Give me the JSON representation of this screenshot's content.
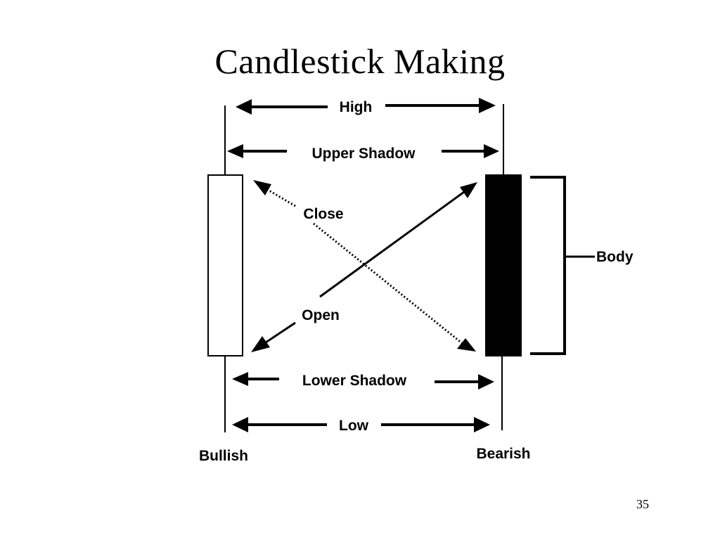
{
  "slide": {
    "title": "Candlestick Making",
    "page_number": "35"
  },
  "diagram": {
    "labels": {
      "high": "High",
      "upper_shadow": "Upper Shadow",
      "close": "Close",
      "body": "Body",
      "open": "Open",
      "lower_shadow": "Lower Shadow",
      "low": "Low",
      "bullish": "Bullish",
      "bearish": "Bearish"
    },
    "colors": {
      "ink": "#000000",
      "bullish_body": "#ffffff",
      "bearish_body": "#000000"
    }
  }
}
